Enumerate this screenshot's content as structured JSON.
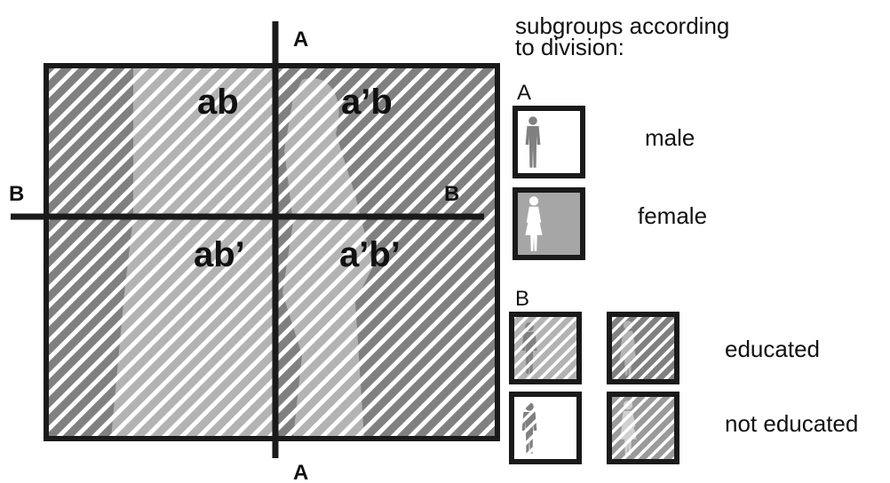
{
  "diagram": {
    "axis_a_label_top": "A",
    "axis_a_label_bottom": "A",
    "axis_b_label_left": "B",
    "axis_b_label_right": "B",
    "quadrants": {
      "top_left": "ab",
      "top_right": "a’b",
      "bottom_left": "ab’",
      "bottom_right": "a’b’"
    }
  },
  "legend": {
    "title_line1": "subgroups according",
    "title_line2": "to  division:",
    "section_a_label": "A",
    "male_label": "male",
    "female_label": "female",
    "section_b_label": "B",
    "educated_label": "educated",
    "not_educated_label": "not educated"
  },
  "colors": {
    "dark_gray": "#808080",
    "light_gray": "#b3b3b3",
    "hatch_white": "#ffffff",
    "line": "#1a1a1a"
  }
}
